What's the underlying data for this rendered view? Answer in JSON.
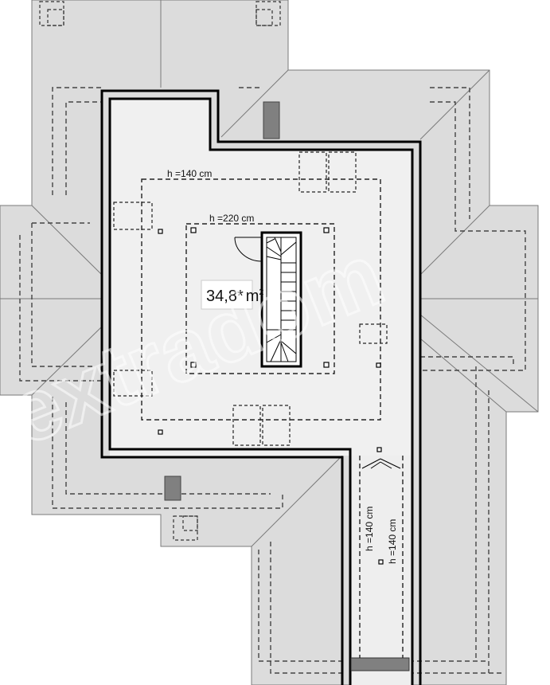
{
  "plan": {
    "area_label": "34,8",
    "area_suffix": "*",
    "area_unit": "m",
    "area_exp": "2",
    "height_labels": {
      "outer": "h =140 cm",
      "inner": "h =220 cm",
      "passage_a": "h =140 cm",
      "passage_b": "h =140 cm"
    },
    "watermark": "extradom"
  },
  "colors": {
    "roof_fill": "#dcdcdc",
    "roof_line": "#6a6a6a",
    "room_fill": "#f0f0f0",
    "wall": "#000000",
    "chimney": "#808080",
    "dashed": "#222222"
  }
}
